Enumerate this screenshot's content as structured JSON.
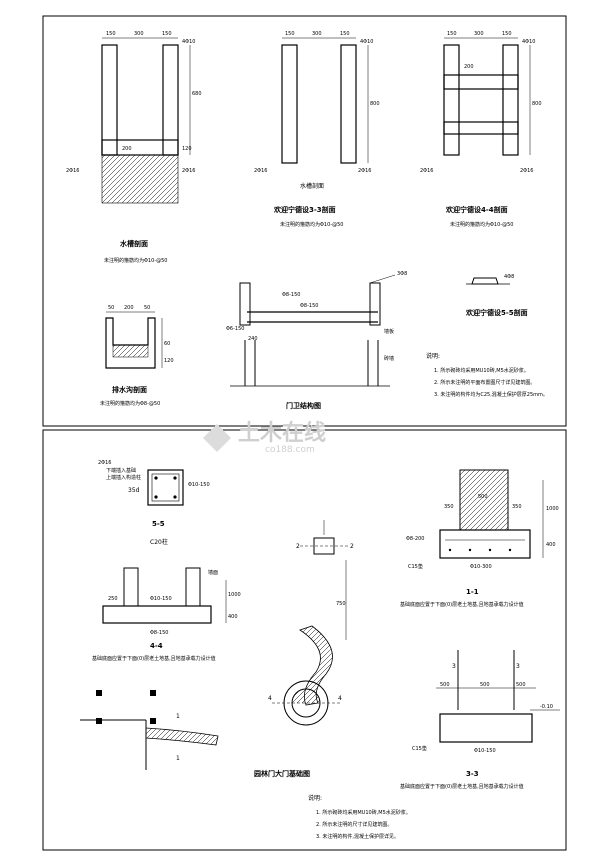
{
  "watermark": {
    "main": "土木在线",
    "sub": "co188.com"
  },
  "top_panel": {
    "s1": {
      "dims": [
        "150",
        "300",
        "150",
        "4Φ10",
        "680",
        "200",
        "120",
        "2Φ16",
        "2Φ16"
      ],
      "title": "水槽剖面",
      "note": "未注明的箍筋均为Φ10-@50"
    },
    "s2": {
      "dims": [
        "150",
        "300",
        "150",
        "4Φ10",
        "800",
        "2Φ16",
        "2Φ16"
      ],
      "label": "水槽剖面",
      "title": "欢迎宁德设3-3剖面",
      "note": "未注明的箍筋均为Φ10-@50"
    },
    "s3": {
      "dims": [
        "150",
        "300",
        "150",
        "4Φ10",
        "200",
        "800",
        "2Φ16",
        "2Φ16"
      ],
      "title": "欢迎宁德设4-4剖面",
      "note": "未注明的箍筋均为Φ10-@50"
    },
    "gutter": {
      "dims": [
        "50",
        "200",
        "50",
        "60",
        "120"
      ],
      "title": "排水沟剖面",
      "note": "未注明的箍筋均为Φ8-@50"
    },
    "gate": {
      "labels": [
        "3Φ8",
        "Φ8-150",
        "Φ8-150",
        "Φ6-150",
        "240",
        "墙板",
        "砖墙"
      ],
      "title": "门卫结构图"
    },
    "s5": {
      "labels": [
        "4Φ8"
      ],
      "title": "欢迎宁德设5-5剖面"
    },
    "notes": {
      "heading": "说明:",
      "items": [
        "1. 所示砌砖均采用MU10砖,M5水泥砂浆。",
        "2. 所示未注明的平面布置图尺寸详见建筑图。",
        "3. 未注明的构件均为C25,混凝土保护层厚25mm。"
      ]
    }
  },
  "bottom_panel": {
    "sec5": {
      "labels": [
        "2Φ16",
        "下端插入基础",
        "上端插入构造柱",
        "35d",
        "Φ10-150"
      ],
      "title": "5-5",
      "subtitle": "C20柱"
    },
    "sec4": {
      "labels": [
        "墙面",
        "Φ10-150",
        "Φ8-150",
        "1000",
        "400",
        "250"
      ],
      "title": "4-4",
      "note": "基础底面应置于下面(0)层老土地基,且地基承载力设计值"
    },
    "plan": {
      "labels": [
        "2",
        "2",
        "4",
        "4",
        "1",
        "1",
        "750"
      ],
      "title": "园林门大门基础图"
    },
    "sec1": {
      "labels": [
        "500",
        "350",
        "350",
        "1000",
        "400",
        "Φ8-200",
        "Φ10-300",
        "C15垫"
      ],
      "title": "1-1",
      "note": "基础底面应置于下面(0)层老土地基,且地基承载力设计值"
    },
    "sec3": {
      "labels": [
        "3",
        "3",
        "500",
        "500",
        "500",
        "-0.10",
        "C15垫",
        "Φ10-150"
      ],
      "title": "3-3",
      "note": "基础底面应置于下面(0)层老土地基,且地基承载力设计值"
    },
    "notes": {
      "heading": "说明:",
      "items": [
        "1. 所示砌砖均采用MU10砖,M5水泥砂浆。",
        "2. 所示未注明的尺寸详见建筑图。",
        "3. 未注明的构件,混凝土保护层详见。"
      ]
    }
  }
}
